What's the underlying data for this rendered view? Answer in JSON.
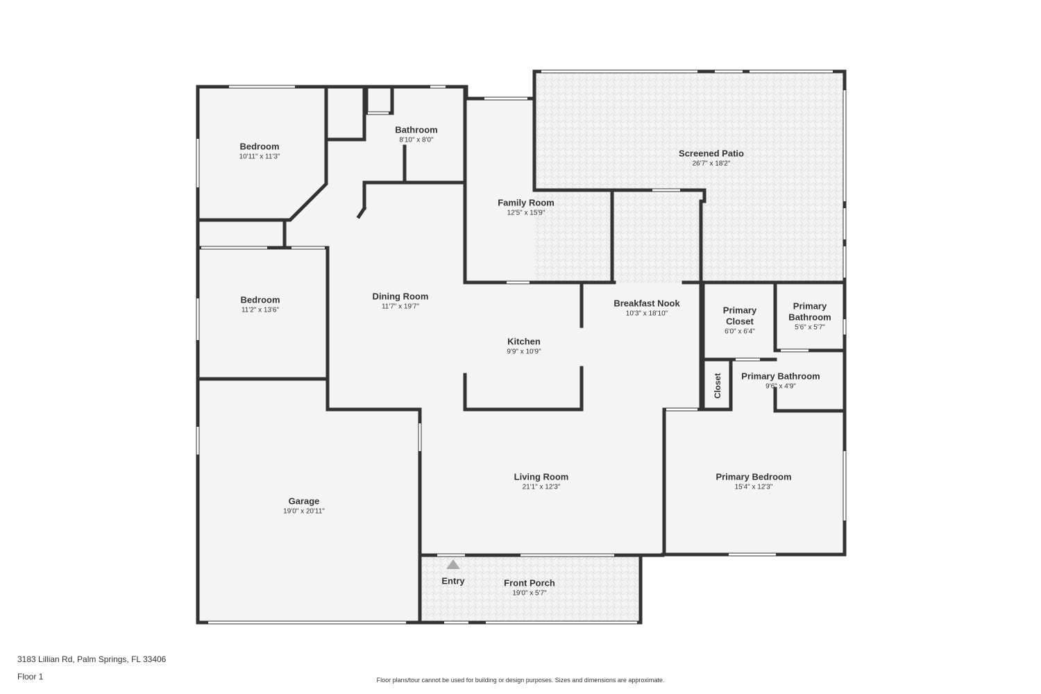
{
  "rooms": {
    "bedroom1": {
      "name": "Bedroom",
      "dim": "10'11\" x 11'3\""
    },
    "bathroom": {
      "name": "Bathroom",
      "dim": "8'10\" x 8'0\""
    },
    "family_room": {
      "name": "Family Room",
      "dim": "12'5\" x 15'9\""
    },
    "screened_patio": {
      "name": "Screened Patio",
      "dim": "26'7\" x 18'2\""
    },
    "bedroom2": {
      "name": "Bedroom",
      "dim": "11'2\" x 13'6\""
    },
    "dining_room": {
      "name": "Dining Room",
      "dim": "11'7\" x 19'7\""
    },
    "kitchen": {
      "name": "Kitchen",
      "dim": "9'9\" x 10'9\""
    },
    "breakfast_nook": {
      "name": "Breakfast Nook",
      "dim": "10'3\" x 18'10\""
    },
    "primary_closet": {
      "name": "Primary\nCloset",
      "dim": "6'0\" x 6'4\""
    },
    "primary_bathroom_small": {
      "name": "Primary\nBathroom",
      "dim": "5'6\" x 5'7\""
    },
    "primary_bathroom": {
      "name": "Primary Bathroom",
      "dim": "9'6\" x 4'9\""
    },
    "closet": {
      "name": "Closet"
    },
    "garage": {
      "name": "Garage",
      "dim": "19'0\" x 20'11\""
    },
    "living_room": {
      "name": "Living Room",
      "dim": "21'1\" x 12'3\""
    },
    "primary_bedroom": {
      "name": "Primary Bedroom",
      "dim": "15'4\" x 12'3\""
    },
    "front_porch": {
      "name": "Front Porch",
      "dim": "19'0\" x 5'7\""
    }
  },
  "entry": {
    "label": "Entry"
  },
  "footer": {
    "address": "3183 Lillian Rd, Palm Springs, FL 33406",
    "floor": "Floor 1",
    "disclaimer": "Floor plans/tour cannot be used for building or design purposes. Sizes and dimensions are approximate."
  },
  "colors": {
    "wall": "#333333",
    "floor": "#f4f4f4",
    "patio_tile": "#e6e6e6",
    "window": "#ffffff"
  }
}
